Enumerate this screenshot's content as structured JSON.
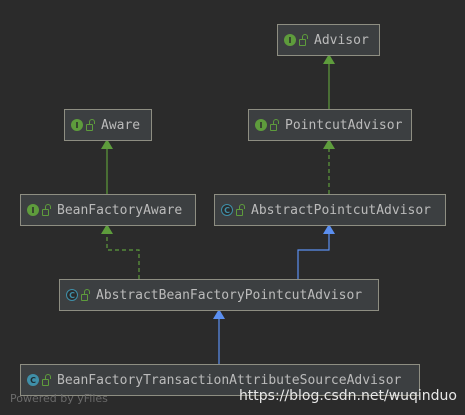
{
  "nodes": {
    "advisor": {
      "label": "Advisor",
      "kind": "interface"
    },
    "pointcut_advisor": {
      "label": "PointcutAdvisor",
      "kind": "interface"
    },
    "aware": {
      "label": "Aware",
      "kind": "interface"
    },
    "bean_factory_aware": {
      "label": "BeanFactoryAware",
      "kind": "interface"
    },
    "abstract_pointcut_advisor": {
      "label": "AbstractPointcutAdvisor",
      "kind": "abstract-class"
    },
    "abstract_bean_factory_pointcut_advisor": {
      "label": "AbstractBeanFactoryPointcutAdvisor",
      "kind": "abstract-class"
    },
    "bean_factory_transaction_attribute_source_advisor": {
      "label": "BeanFactoryTransactionAttributeSourceAdvisor",
      "kind": "class"
    }
  },
  "badges": {
    "interface": "I",
    "class": "C",
    "abstract_class": "C"
  },
  "edges": [
    {
      "from": "PointcutAdvisor",
      "to": "Advisor",
      "type": "extends"
    },
    {
      "from": "BeanFactoryAware",
      "to": "Aware",
      "type": "extends"
    },
    {
      "from": "AbstractPointcutAdvisor",
      "to": "PointcutAdvisor",
      "type": "implements"
    },
    {
      "from": "AbstractBeanFactoryPointcutAdvisor",
      "to": "BeanFactoryAware",
      "type": "implements"
    },
    {
      "from": "AbstractBeanFactoryPointcutAdvisor",
      "to": "AbstractPointcutAdvisor",
      "type": "extends"
    },
    {
      "from": "BeanFactoryTransactionAttributeSourceAdvisor",
      "to": "AbstractBeanFactoryPointcutAdvisor",
      "type": "extends"
    }
  ],
  "colors": {
    "background": "#2b2b2b",
    "node_fill": "#3c3f41",
    "node_border": "#8e8e82",
    "interface_edge": "#5e9c3c",
    "class_edge": "#5b8ff0"
  },
  "watermarks": {
    "left": "Powered by yFiles",
    "right": "https://blog.csdn.net/wuqinduo"
  }
}
